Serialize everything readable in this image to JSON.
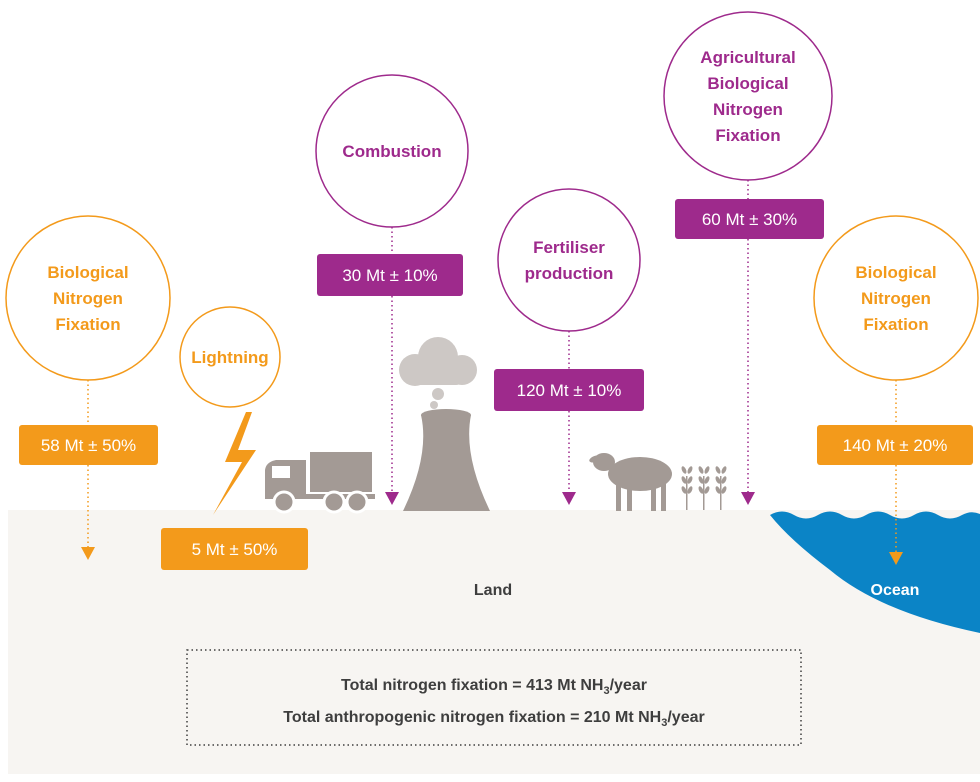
{
  "colors": {
    "orange": "#f39a1b",
    "purple": "#9e2a8c",
    "grey": "#a39a95",
    "ocean": "#0b84c6",
    "land": "#f7f5f2"
  },
  "sources": [
    {
      "id": "bio-left",
      "label_lines": [
        "Biological",
        "Nitrogen",
        "Fixation"
      ],
      "value": "58 Mt ± 50%",
      "kind": "natural"
    },
    {
      "id": "lightning",
      "label_lines": [
        "Lightning"
      ],
      "value": "5 Mt ± 50%",
      "kind": "natural"
    },
    {
      "id": "combustion",
      "label_lines": [
        "Combustion"
      ],
      "value": "30 Mt ± 10%",
      "kind": "anthropogenic"
    },
    {
      "id": "fertiliser",
      "label_lines": [
        "Fertiliser",
        "production"
      ],
      "value": "120 Mt ± 10%",
      "kind": "anthropogenic"
    },
    {
      "id": "agricultural",
      "label_lines": [
        "Agricultural",
        "Biological",
        "Nitrogen",
        "Fixation"
      ],
      "value": "60 Mt ± 30%",
      "kind": "anthropogenic"
    },
    {
      "id": "bio-right",
      "label_lines": [
        "Biological",
        "Nitrogen",
        "Fixation"
      ],
      "value": "140 Mt ± 20%",
      "kind": "natural"
    }
  ],
  "regions": {
    "land": "Land",
    "ocean": "Ocean"
  },
  "icons": [
    "truck-icon",
    "cloud-icon",
    "cooling-tower-icon",
    "sheep-icon",
    "wheat-icon",
    "lightning-bolt-icon"
  ],
  "totals": {
    "line1": {
      "pre": "Total nitrogen fixation = ",
      "value": "413 Mt NH",
      "sub": "3",
      "post": "/year"
    },
    "line2": {
      "pre": "Total anthropogenic nitrogen fixation = ",
      "value": "210 Mt NH",
      "sub": "3",
      "post": "/year"
    }
  }
}
